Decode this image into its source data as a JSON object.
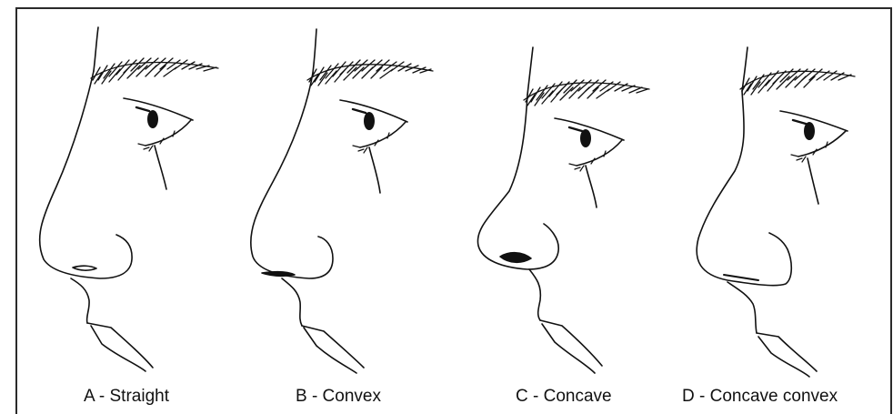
{
  "figure": {
    "panels": [
      {
        "id": "A",
        "caption": "A - Straight",
        "profile": "straight"
      },
      {
        "id": "B",
        "caption": "B - Convex",
        "profile": "convex"
      },
      {
        "id": "C",
        "caption": "C - Concave",
        "profile": "concave"
      },
      {
        "id": "D",
        "caption": "D - Concave convex",
        "profile": "concave-convex"
      }
    ],
    "colors": {
      "line": "#111111",
      "border": "#2a2a2a",
      "background": "#ffffff"
    }
  }
}
